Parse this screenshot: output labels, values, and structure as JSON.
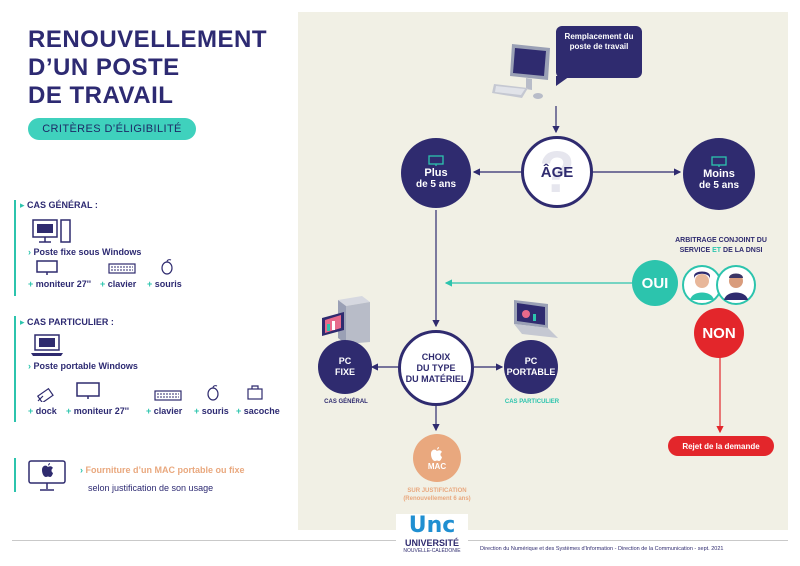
{
  "title_lines": [
    "RENOUVELLEMENT",
    "D’UN POSTE",
    "DE TRAVAIL"
  ],
  "criteria_pill": "CRITÈRES D’ÉLIGIBILITÉ",
  "general": {
    "title": "CAS GÉNÉRAL :",
    "main_item": "Poste fixe sous Windows",
    "accessories": [
      "moniteur 27''",
      "clavier",
      "souris"
    ]
  },
  "particular": {
    "title": "CAS PARTICULIER :",
    "main_item": "Poste portable Windows",
    "accessories": [
      "dock",
      "moniteur 27''",
      "clavier",
      "souris",
      "sacoche"
    ]
  },
  "mac": {
    "line1": "Fourniture d’un MAC portable ou fixe",
    "line2": "selon justification de son usage"
  },
  "flow": {
    "callout": "Remplacement du poste de travail",
    "age": "ÂGE",
    "more_than": {
      "line1": "Plus",
      "line2": "de 5 ans"
    },
    "less_than": {
      "line1": "Moins",
      "line2": "de 5 ans"
    },
    "arbitration": {
      "part1": "ARBITRAGE CONJOINT DU SERVICE ",
      "part2": "ET",
      "part3": " DE LA DNSI"
    },
    "oui": "OUI",
    "non": "NON",
    "reject": "Rejet de la demande",
    "choice": {
      "line1": "CHOIX",
      "line2": "DU TYPE",
      "line3": "DU MATÉRIEL"
    },
    "pc_fixe": {
      "line1": "PC",
      "line2": "FIXE",
      "caption": "CAS GÉNÉRAL"
    },
    "pc_portable": {
      "line1": "PC",
      "line2": "PORTABLE",
      "caption": "CAS PARTICULIER"
    },
    "mac_node": {
      "label": "MAC",
      "caption1": "SUR JUSTIFICATION",
      "caption2": "(Renouvellement 6 ans)"
    }
  },
  "footer": {
    "logo_top": "Unc",
    "logo_mid": "UNIVERSITÉ",
    "logo_bottom": "NOUVELLE-CALÉDONIE",
    "credit": "Direction du Numérique et des Systèmes d'Information - Direction de la Communication - sept. 2021"
  },
  "colors": {
    "navy": "#2f2b6f",
    "teal": "#2cc4ad",
    "red": "#e3262b",
    "mac_orange": "#e9a87e",
    "panel_bg": "#f1f0e5"
  },
  "icons": [
    "desktop-pc-icon",
    "monitor-icon",
    "keyboard-icon",
    "mouse-icon",
    "laptop-icon",
    "dock-icon",
    "bag-icon",
    "apple-icon",
    "question-mark-icon",
    "support-agents-icon"
  ]
}
